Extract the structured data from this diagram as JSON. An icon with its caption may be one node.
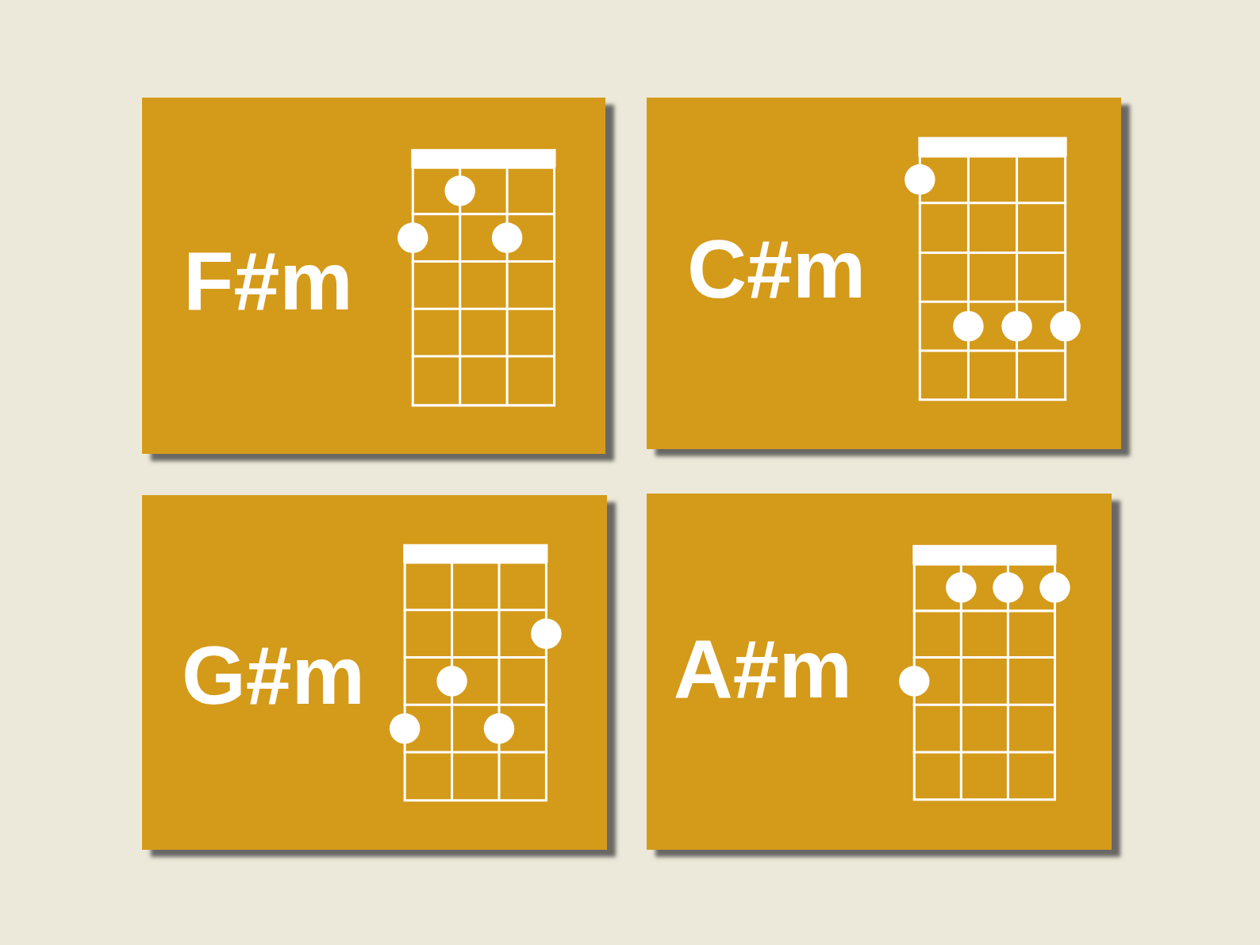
{
  "diagram": {
    "nodes": [
      {
        "text": [
          "F#m"
        ]
      },
      {
        "text": [
          "C#m"
        ]
      },
      {
        "text": [
          "G#m"
        ]
      },
      {
        "text": [
          "A#m"
        ]
      }
    ]
  }
}
